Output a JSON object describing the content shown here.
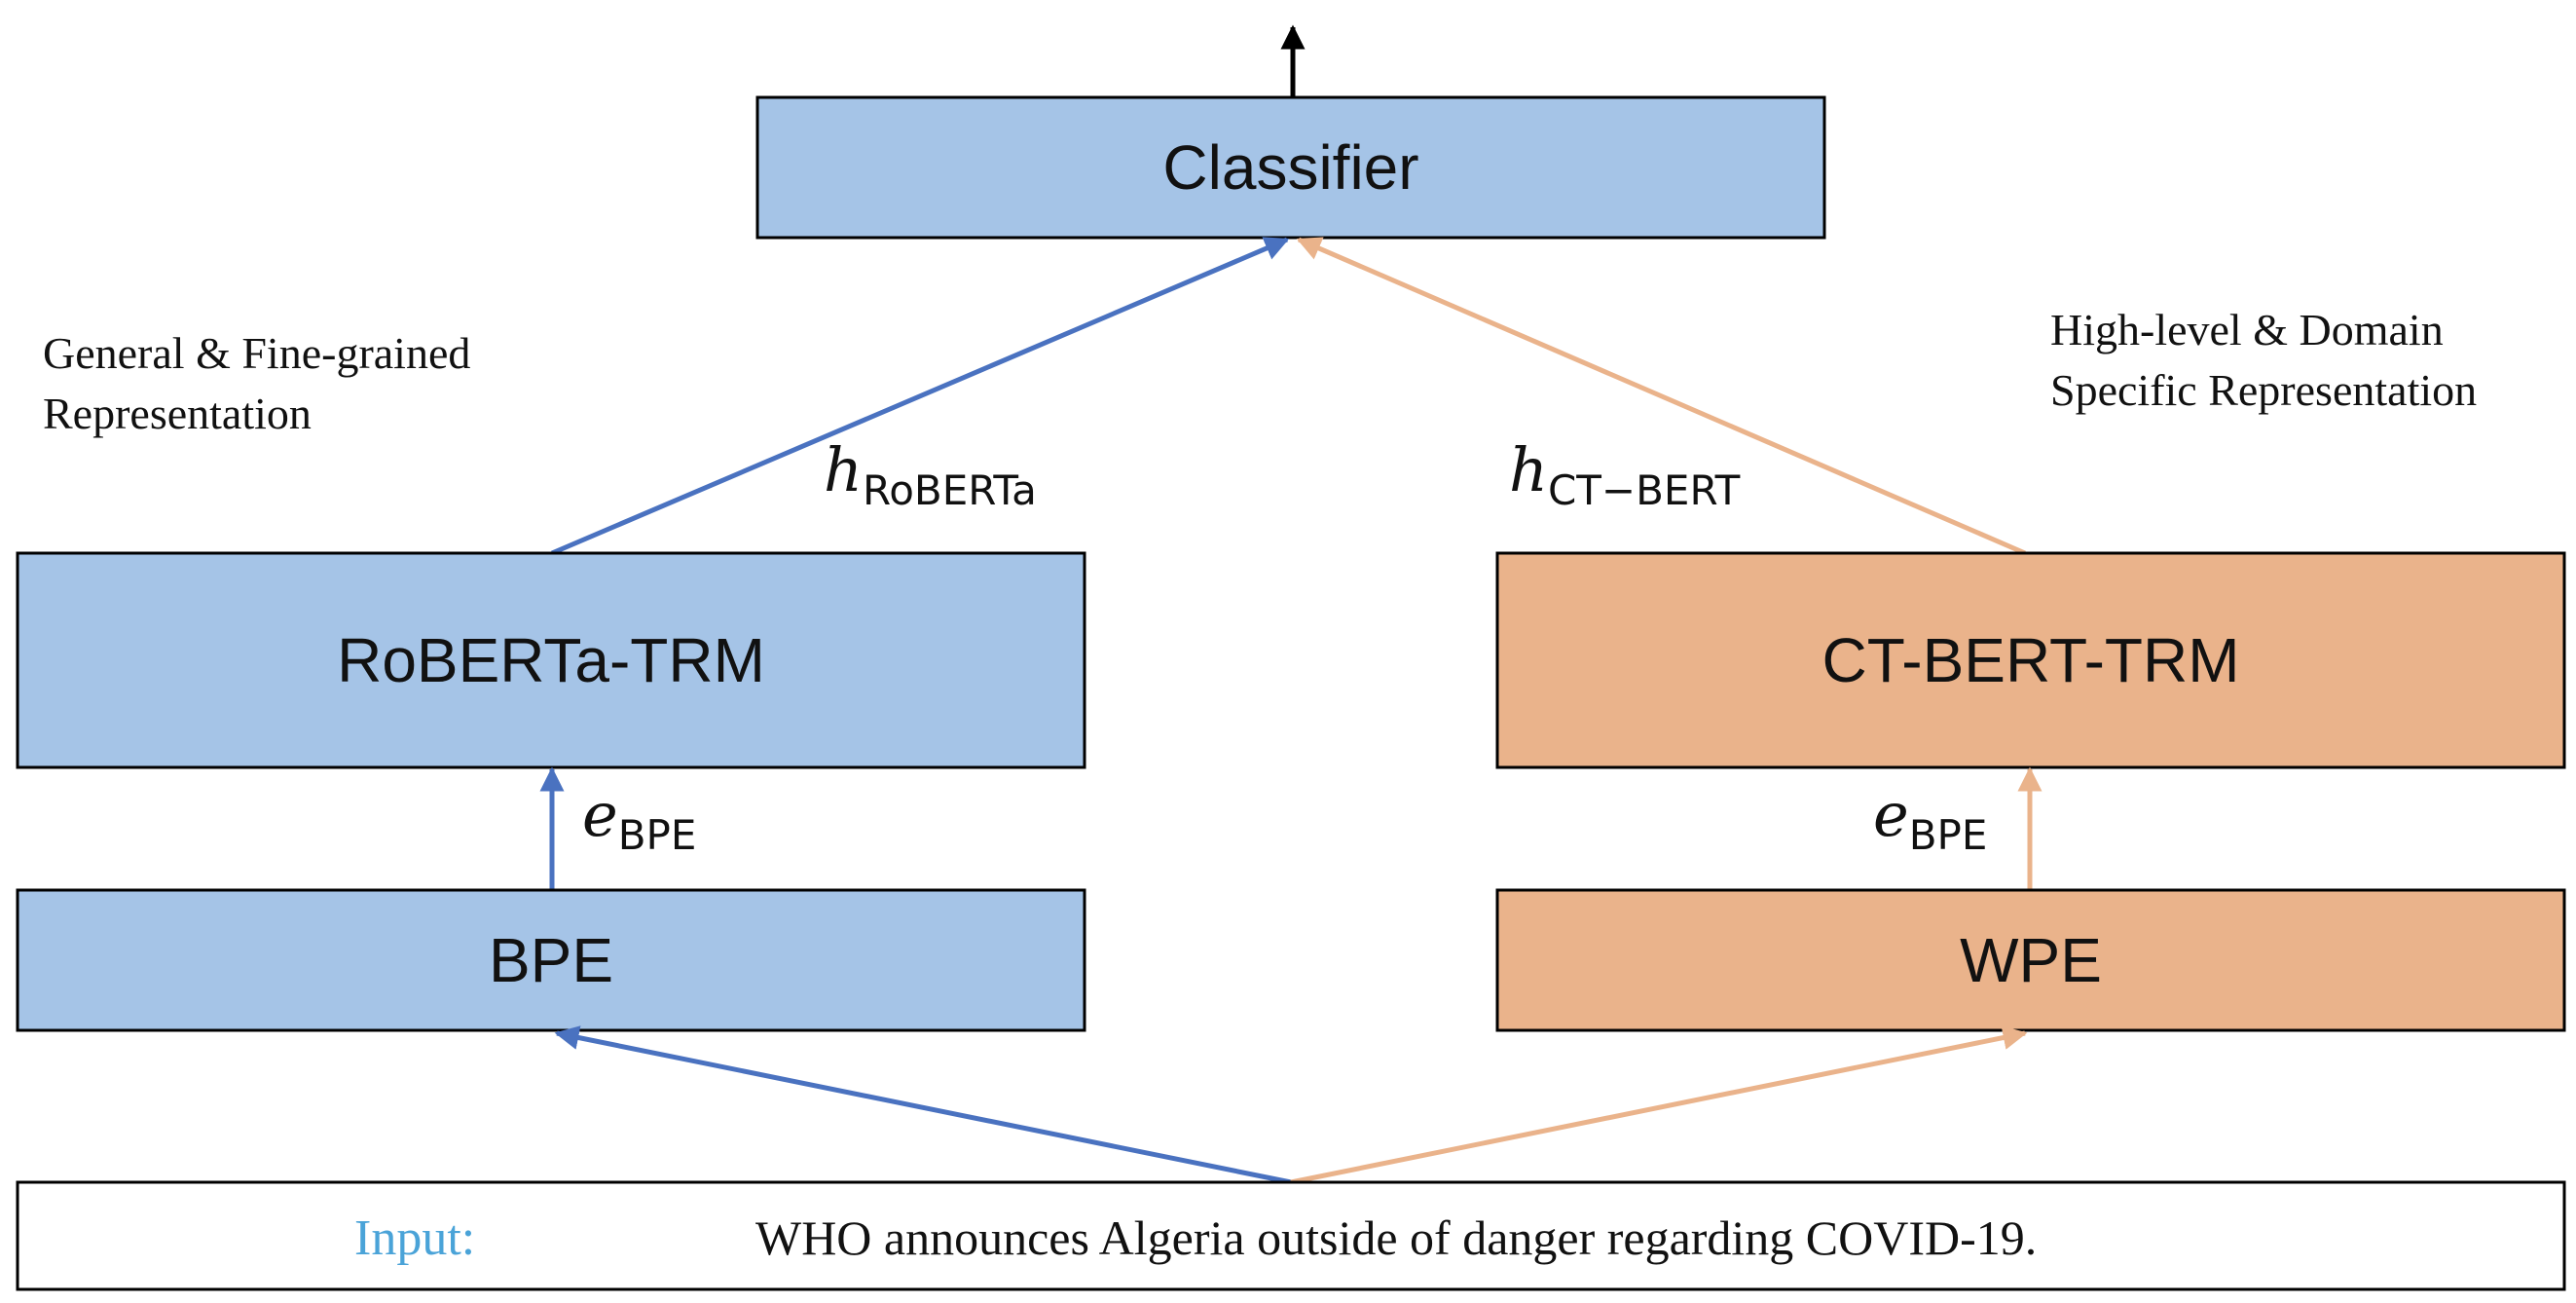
{
  "colors": {
    "blue_box": "#a5c4e7",
    "orange_box": "#eab38b",
    "blue_arrow": "#4a72c0",
    "orange_arrow": "#eab38b",
    "input_label": "#4aa3d8",
    "output_arrow": "#000000"
  },
  "boxes": {
    "classifier": "Classifier",
    "roberta_trm": "RoBERTa-TRM",
    "ctbert_trm": "CT-BERT-TRM",
    "bpe": "BPE",
    "wpe": "WPE"
  },
  "notes": {
    "left_line1": "General & Fine-grained",
    "left_line2": "Representation",
    "right_line1": "High-level & Domain",
    "right_line2": "Specific Representation"
  },
  "edge_labels": {
    "h_roberta": {
      "main": "h",
      "sub": "RoBERTa"
    },
    "h_ctbert": {
      "main": "h",
      "sub": "CT−BERT"
    },
    "e_bpe_left": {
      "main": "e",
      "sub": "BPE"
    },
    "e_bpe_right": {
      "main": "e",
      "sub": "BPE"
    }
  },
  "input": {
    "label": "Input:",
    "sentence": "WHO announces Algeria outside of danger regarding COVID-19."
  }
}
